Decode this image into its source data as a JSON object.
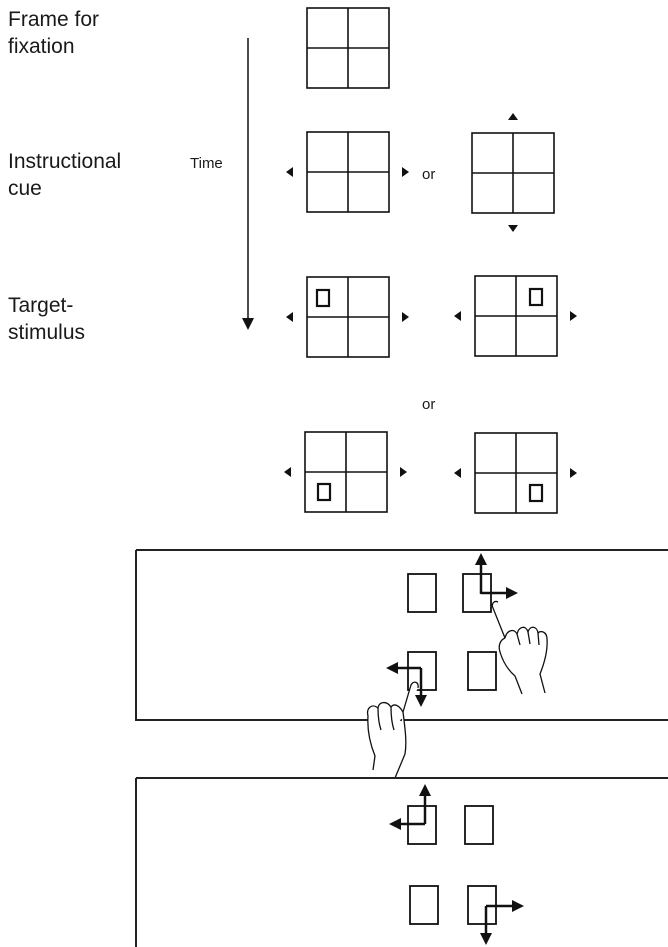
{
  "labels": {
    "frame_for_fixation": [
      "Frame for",
      "fixation"
    ],
    "instructional_cue": [
      "Instructional",
      "cue"
    ],
    "target_stimulus": [
      "Target-",
      "stimulus"
    ],
    "time": "Time",
    "or_cue": "or",
    "or_targets": "or"
  }
}
